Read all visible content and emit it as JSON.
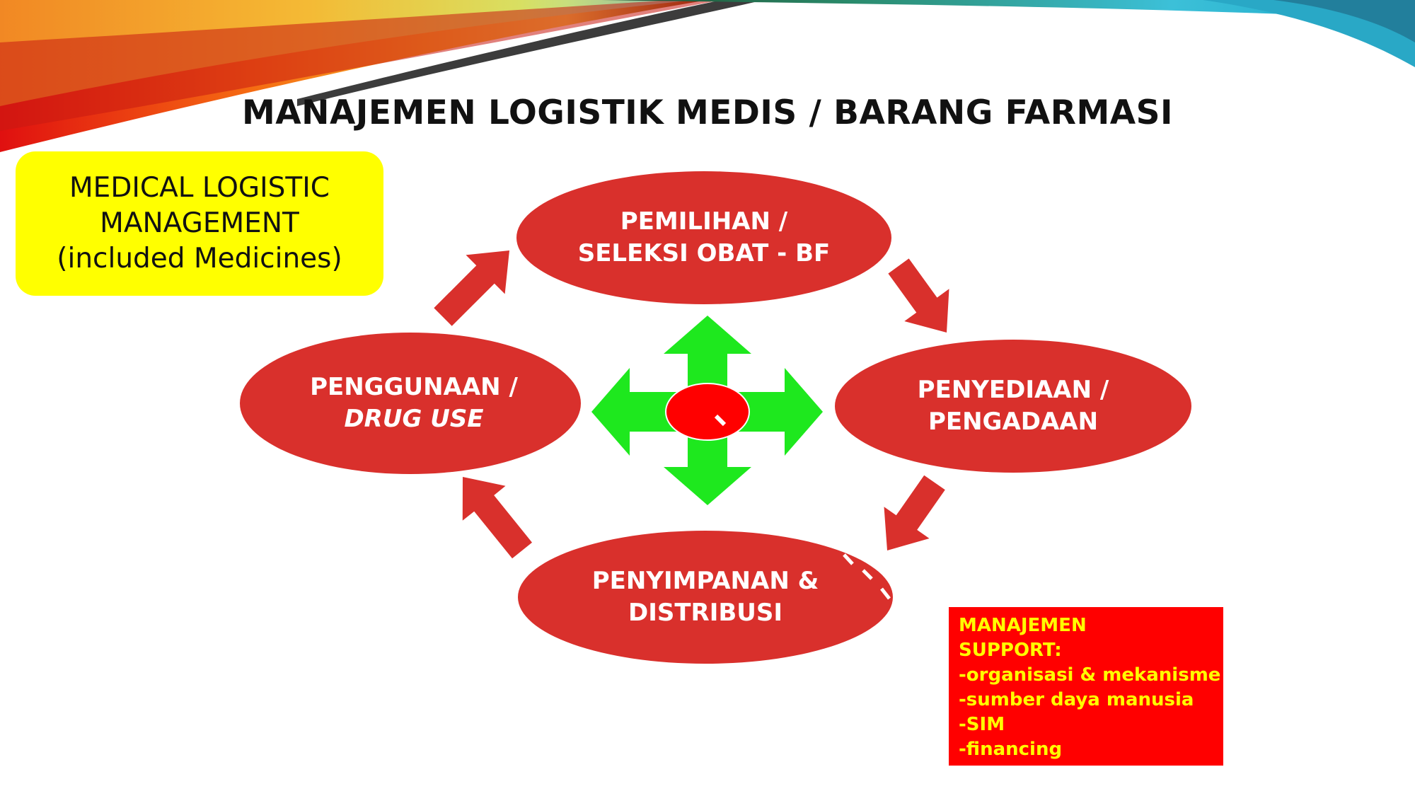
{
  "slide": {
    "title": "MANAJEMEN LOGISTIK MEDIS / BARANG FARMASI"
  },
  "callout": {
    "lines": [
      "MEDICAL LOGISTIC",
      "MANAGEMENT",
      "(included Medicines)"
    ]
  },
  "cycle": {
    "nodes": [
      {
        "id": "pemilihan",
        "line1": "PEMILIHAN /",
        "line2": "SELEKSI OBAT - BF"
      },
      {
        "id": "penyediaan",
        "line1": "PENYEDIAAN /",
        "line2": "PENGADAAN"
      },
      {
        "id": "penyimpanan",
        "line1": "PENYIMPANAN &",
        "line2": "DISTRIBUSI"
      },
      {
        "id": "penggunaan",
        "line1": "PENGGUNAAN /",
        "line2": "DRUG USE"
      }
    ]
  },
  "support": {
    "lines": [
      "MANAJEMEN",
      "SUPPORT:",
      "-organisasi & mekanisme",
      "-sumber daya manusia",
      "-SIM",
      "-financing"
    ]
  },
  "colors": {
    "ellipse": "#d9302c",
    "cycle_arrow": "#d9302c",
    "center_arrows": "#1ee81e",
    "center_hub": "#ff0000",
    "callout_bg": "#ffff00",
    "support_bg": "#ff0000",
    "support_text": "#ffff00"
  }
}
